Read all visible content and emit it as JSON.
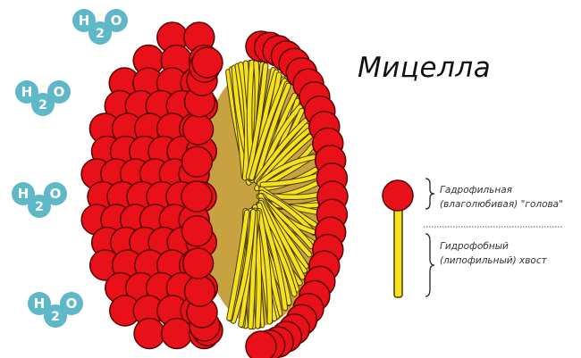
{
  "title": "Мицелла",
  "water": {
    "h": "H",
    "two": "2",
    "o": "O",
    "count": 4,
    "color": "#5fb8c8"
  },
  "legend": {
    "head_line1": "Гадрофильная",
    "head_line2": "(влаголюбивая) \"голова\"",
    "tail_line1": "Гидрофобный",
    "tail_line2": "(липофильный) хвост"
  },
  "colors": {
    "head": "#e8111a",
    "head_outline": "#5a0000",
    "tail": "#f6e21c",
    "tail_outline": "#4a3c00",
    "core": "#c8a240"
  }
}
